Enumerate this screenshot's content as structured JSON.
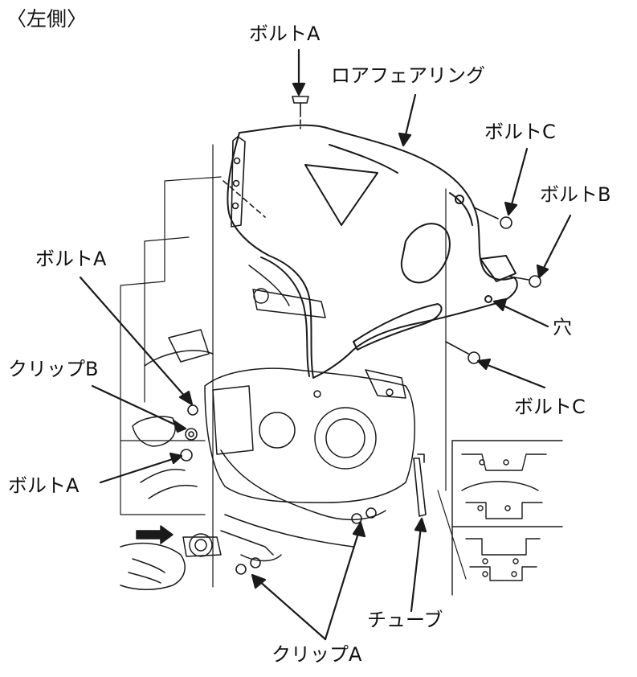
{
  "page": {
    "section_title": "〈左側〉"
  },
  "labels": {
    "bolt_a_top": "ボルトA",
    "lower_fairing": "ロアフェアリング",
    "bolt_c_top": "ボルトC",
    "bolt_b": "ボルトB",
    "bolt_a_left": "ボルトA",
    "hole": "穴",
    "clip_b": "クリップB",
    "bolt_c_bottom": "ボルトC",
    "bolt_a_lower_left": "ボルトA",
    "tube": "チューブ",
    "clip_a": "クリップA"
  },
  "colors": {
    "line": "#1a1a1a",
    "background": "#ffffff"
  }
}
